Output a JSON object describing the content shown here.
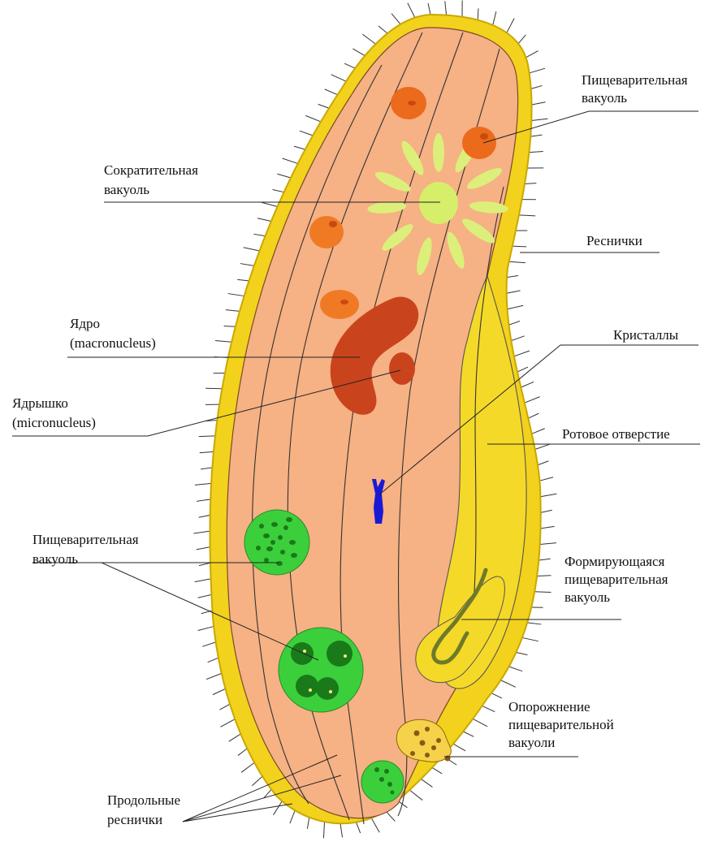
{
  "labels": {
    "digestive_vacuole_top": [
      "Пищеварительная",
      "вакуоль"
    ],
    "contractile_vacuole": [
      "Сократительная",
      "вакуоль"
    ],
    "cilia": [
      "Реснички"
    ],
    "nucleus": [
      "Ядро",
      "(macronucleus)"
    ],
    "crystals": [
      "Кристаллы"
    ],
    "nucleolus": [
      "Ядрышко",
      "(micronucleus)"
    ],
    "mouth": [
      "Ротовое отверстие"
    ],
    "digestive_vacuole_left": [
      "Пищеварительная",
      "вакуоль"
    ],
    "forming_vacuole": [
      "Формирующаяся",
      "пищеварительная",
      "вакуоль"
    ],
    "emptying_vacuole": [
      "Опорожнение",
      "пищеварительной",
      "вакуоли"
    ],
    "longitudinal_cilia": [
      "Продольные",
      "реснички"
    ]
  },
  "colors": {
    "pellicle": "#f2d21c",
    "pellicle_edge": "#c9a800",
    "cytoplasm": "#f6b184",
    "oral_groove": "#f5d928",
    "contractile_rays": "#dcef7a",
    "contractile_center": "#d6ee6a",
    "food_vacuole_orange": "#ef7a22",
    "food_vacuole_green": "#3ccf3c",
    "food_vacuole_dark": "#1a7a1a",
    "macronucleus": "#c9441c",
    "crystals": "#1a1ad6",
    "forming_vacuole_strand": "#6e7a2a",
    "emptying_vacuole_body": "#f5d24a"
  }
}
